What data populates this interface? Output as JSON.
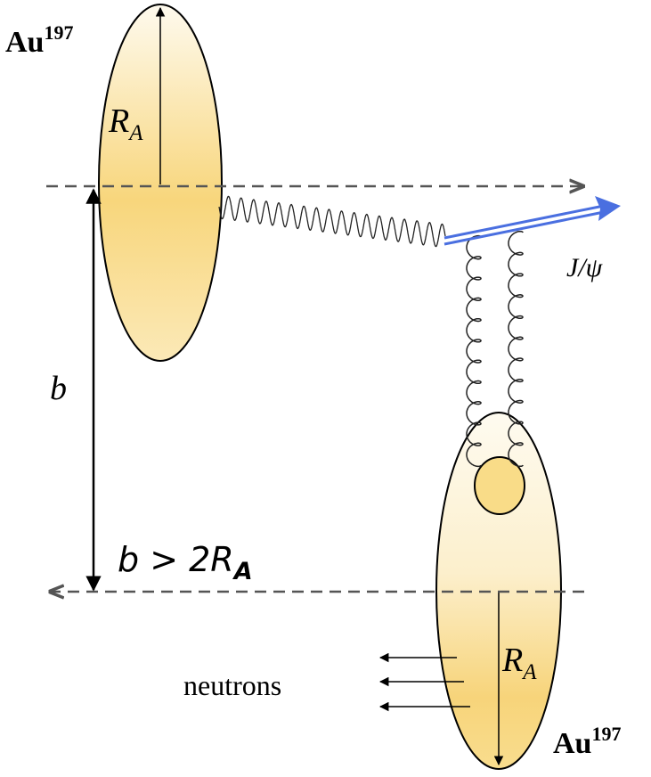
{
  "labels": {
    "nucleus_top": {
      "symbol": "Au",
      "mass": "197"
    },
    "nucleus_bottom": {
      "symbol": "Au",
      "mass": "197"
    },
    "radius_top": {
      "main": "R",
      "sub": "A"
    },
    "radius_bottom": {
      "main": "R",
      "sub": "A"
    },
    "impact_parameter": "b",
    "condition": {
      "lhs": "b > 2R",
      "sub": "A"
    },
    "meson": "J/ψ",
    "neutrons": "neutrons"
  },
  "colors": {
    "nucleus_fill_center": "#f9d87a",
    "nucleus_fill_edge": "#fdf3d4",
    "outline": "#000000",
    "dashed_line": "#555555",
    "jpsi_arrow": "#4a6fe0"
  }
}
